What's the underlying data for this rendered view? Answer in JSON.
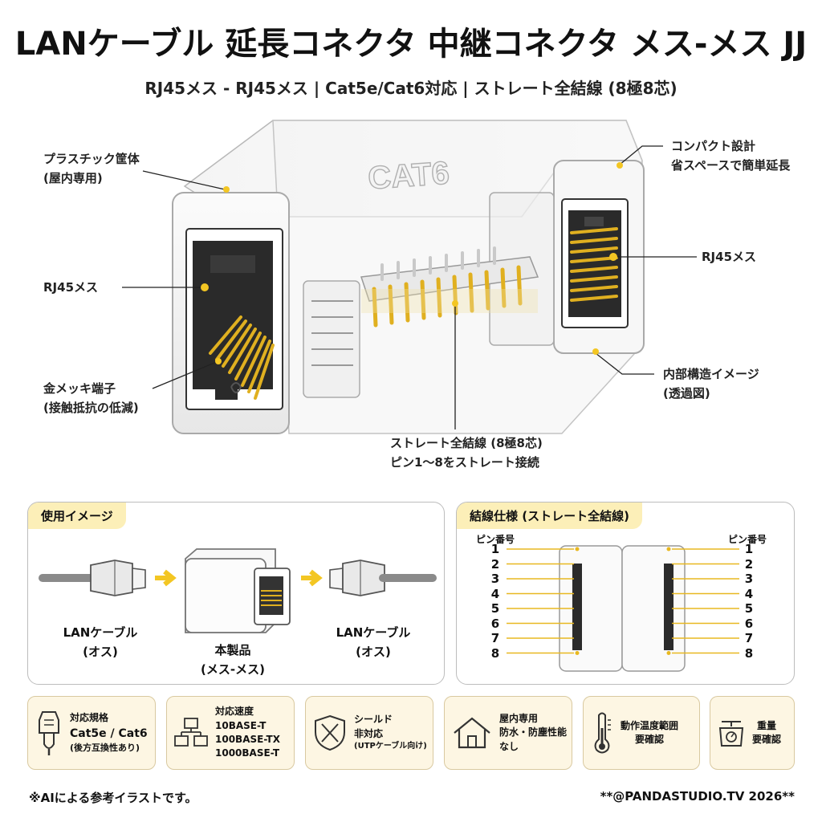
{
  "title": "LANケーブル 延長コネクタ 中継コネクタ メス-メス JJ",
  "subtitle": "RJ45メス - RJ45メス | Cat5e/Cat6対応 | ストレート全結線 (8極8芯)",
  "hero": {
    "body_text": "CAT6",
    "labels": {
      "plastic_1": "プラスチック筐体",
      "plastic_2": "(屋内専用)",
      "compact_1": "コンパクト設計",
      "compact_2": "省スペースで簡単延長",
      "rj45_left": "RJ45メス",
      "rj45_right": "RJ45メス",
      "gold_1": "金メッキ端子",
      "gold_2": "(接触抵抗の低減)",
      "internal_1": "内部構造イメージ",
      "internal_2": "(透過図)",
      "straight_1": "ストレート全結線 (8極8芯)",
      "straight_2": "ピン1～8をストレート接続"
    }
  },
  "usage": {
    "tag": "使用イメージ",
    "cable_left_1": "LANケーブル",
    "cable_left_2": "(オス)",
    "product_1": "本製品",
    "product_2": "(メス-メス)",
    "cable_right_1": "LANケーブル",
    "cable_right_2": "(オス)"
  },
  "wiring": {
    "tag": "結線仕様 (ストレート全結線)",
    "pin_header_left": "ピン番号",
    "pin_header_right": "ピン番号",
    "pins": [
      "1",
      "2",
      "3",
      "4",
      "5",
      "6",
      "7",
      "8"
    ]
  },
  "specs": [
    {
      "icon": "connector-icon",
      "lines": [
        "対応規格",
        "Cat5e / Cat6",
        "(後方互換性あり)"
      ]
    },
    {
      "icon": "network-icon",
      "lines": [
        "対応速度",
        "10BASE-T",
        "100BASE-TX",
        "1000BASE-T"
      ]
    },
    {
      "icon": "shield-crossed-icon",
      "lines": [
        "シールド",
        "非対応",
        "(UTPケーブル向け)"
      ]
    },
    {
      "icon": "house-icon",
      "lines": [
        "屋内専用",
        "防水・防塵性能",
        "なし"
      ]
    },
    {
      "icon": "thermometer-icon",
      "lines": [
        "動作温度範囲",
        "要確認"
      ]
    },
    {
      "icon": "scale-icon",
      "lines": [
        "重量",
        "要確認"
      ]
    }
  ],
  "footer": {
    "note": "※AIによる参考イラストです。",
    "credit": "**@PANDASTUDIO.TV 2026**"
  },
  "colors": {
    "gold": "#e8b820",
    "accent_dot": "#f3c623",
    "panel_tag": "#fcefb8",
    "spec_bg": "#fdf6e3"
  }
}
